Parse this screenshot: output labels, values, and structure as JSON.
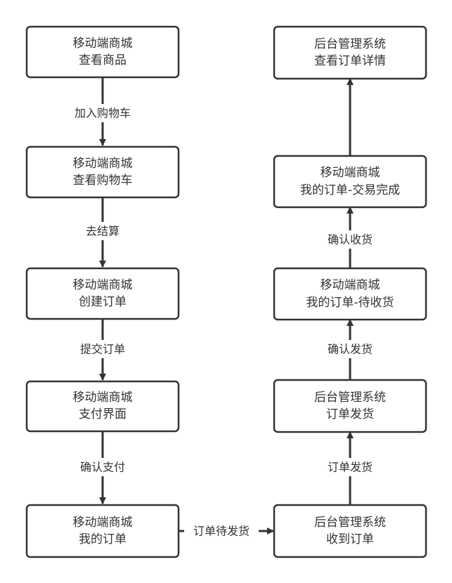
{
  "nodes": [
    {
      "id": "n1",
      "line1": "移动端商城",
      "line2": "查看商品"
    },
    {
      "id": "n2",
      "line1": "移动端商城",
      "line2": "查看购物车"
    },
    {
      "id": "n3",
      "line1": "移动端商城",
      "line2": "创建订单"
    },
    {
      "id": "n4",
      "line1": "移动端商城",
      "line2": "支付界面"
    },
    {
      "id": "n5",
      "line1": "移动端商城",
      "line2": "我的订单"
    },
    {
      "id": "n6",
      "line1": "后台管理系统",
      "line2": "收到订单"
    },
    {
      "id": "n7",
      "line1": "后台管理系统",
      "line2": "订单发货"
    },
    {
      "id": "n8",
      "line1": "移动端商城",
      "line2": "我的订单-待收货"
    },
    {
      "id": "n9",
      "line1": "移动端商城",
      "line2": "我的订单-交易完成"
    },
    {
      "id": "n10",
      "line1": "后台管理系统",
      "line2": "查看订单详情"
    }
  ],
  "edges": [
    {
      "from": "n1",
      "to": "n2",
      "label": "加入购物车"
    },
    {
      "from": "n2",
      "to": "n3",
      "label": "去结算"
    },
    {
      "from": "n3",
      "to": "n4",
      "label": "提交订单"
    },
    {
      "from": "n4",
      "to": "n5",
      "label": "确认支付"
    },
    {
      "from": "n5",
      "to": "n6",
      "label": "订单待发货"
    },
    {
      "from": "n6",
      "to": "n7",
      "label": "订单发货"
    },
    {
      "from": "n7",
      "to": "n8",
      "label": "确认发货"
    },
    {
      "from": "n8",
      "to": "n9",
      "label": "确认收货"
    },
    {
      "from": "n9",
      "to": "n10",
      "label": ""
    }
  ],
  "colors": {
    "stroke": "#333333",
    "text": "#333333",
    "background": "#ffffff"
  }
}
